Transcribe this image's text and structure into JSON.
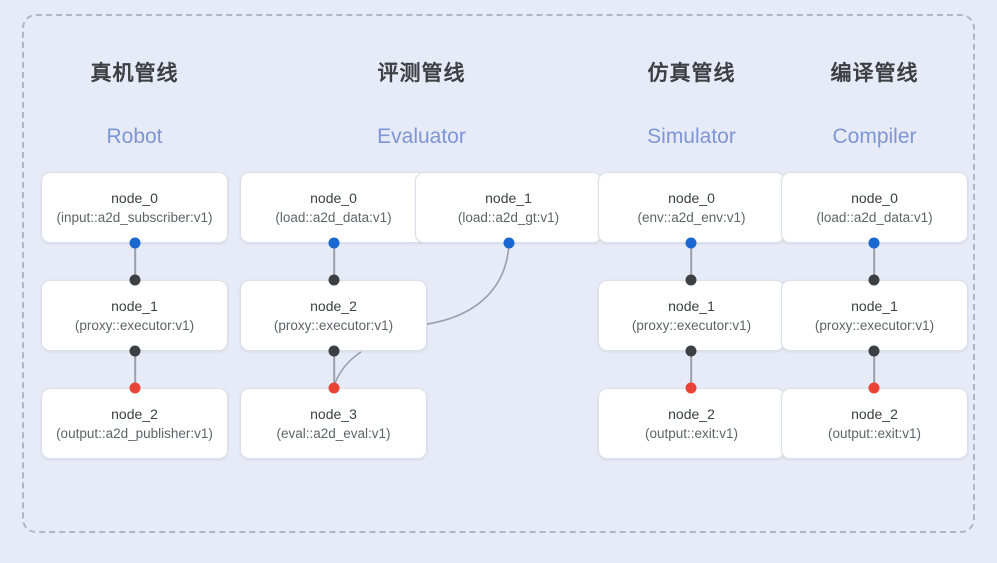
{
  "frame": {
    "border_style": "dashed",
    "border_color": "#aeb6c9",
    "background": "#e7ebf8"
  },
  "colors": {
    "title": "#3c4043",
    "subtitle": "#7e95d6",
    "port_input": "#1a67d2",
    "port_proxy": "#3c4043",
    "port_output": "#ea4335",
    "edge": "#9aa0ab",
    "node_bg": "#ffffff",
    "node_border": "#dbdfe6"
  },
  "columns": [
    {
      "id": "robot",
      "title": "真机管线",
      "subtitle": "Robot",
      "nodes": [
        {
          "name": "node_0",
          "type": "(input::a2d_subscriber:v1)"
        },
        {
          "name": "node_1",
          "type": "(proxy::executor:v1)"
        },
        {
          "name": "node_2",
          "type": "(output::a2d_publisher:v1)"
        }
      ]
    },
    {
      "id": "evaluator",
      "title": "评测管线",
      "subtitle": "Evaluator",
      "nodes": [
        {
          "name": "node_0",
          "type": "(load::a2d_data:v1)"
        },
        {
          "name": "node_2",
          "type": "(proxy::executor:v1)"
        },
        {
          "name": "node_3",
          "type": "(eval::a2d_eval:v1)"
        }
      ],
      "side_nodes": [
        {
          "name": "node_1",
          "type": "(load::a2d_gt:v1)"
        }
      ]
    },
    {
      "id": "simulator",
      "title": "仿真管线",
      "subtitle": "Simulator",
      "nodes": [
        {
          "name": "node_0",
          "type": "(env::a2d_env:v1)"
        },
        {
          "name": "node_1",
          "type": "(proxy::executor:v1)"
        },
        {
          "name": "node_2",
          "type": "(output::exit:v1)"
        }
      ]
    },
    {
      "id": "compiler",
      "title": "编译管线",
      "subtitle": "Compiler",
      "nodes": [
        {
          "name": "node_0",
          "type": "(load::a2d_data:v1)"
        },
        {
          "name": "node_1",
          "type": "(proxy::executor:v1)"
        },
        {
          "name": "node_2",
          "type": "(output::exit:v1)"
        }
      ]
    }
  ]
}
